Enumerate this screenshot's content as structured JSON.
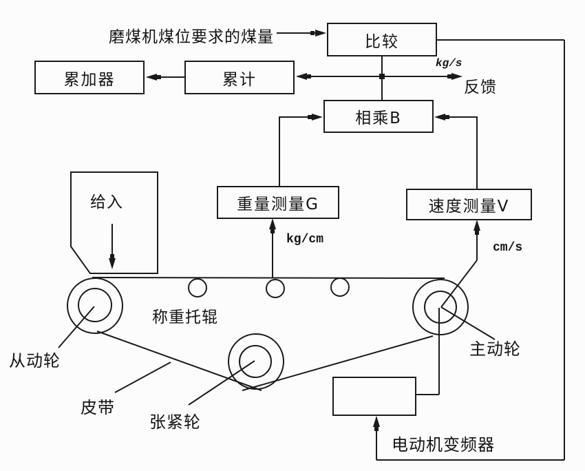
{
  "diagram": {
    "background": "#fcfcfc",
    "line_color": "#1a1a1a",
    "nodes": {
      "compare": "比较",
      "accumulator": "累加器",
      "totalizer": "累计",
      "multiplier": "相乘B",
      "weight_measure": "重量测量G",
      "speed_measure": "速度测量V",
      "feed": "给入",
      "motor_inverter": "电动机变频器"
    },
    "labels": {
      "input_demand": "磨煤机煤位要求的煤量",
      "feedback": "反馈",
      "unit_kg_s": "kg/s",
      "unit_kg_cm": "kg/cm",
      "unit_cm_s": "cm/s",
      "weighing_idler": "称重托辊",
      "driven_wheel": "从动轮",
      "belt": "皮带",
      "tension_wheel": "张紧轮",
      "driving_wheel": "主动轮"
    }
  }
}
